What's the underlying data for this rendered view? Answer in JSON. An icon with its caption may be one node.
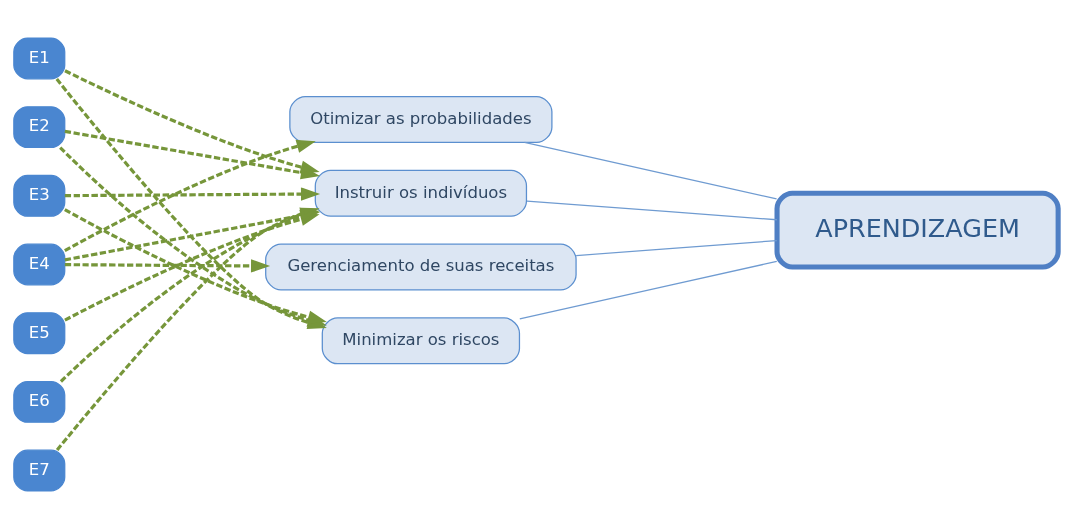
{
  "diagram": {
    "nodes": [
      {
        "text": [
          "E1"
        ]
      },
      {
        "text": [
          "E2"
        ]
      },
      {
        "text": [
          "E3"
        ]
      },
      {
        "text": [
          "E4"
        ]
      },
      {
        "text": [
          "E5"
        ]
      },
      {
        "text": [
          "E6"
        ]
      },
      {
        "text": [
          "E7"
        ]
      },
      {
        "text": [
          "Otimizar as probabilidades"
        ]
      },
      {
        "text": [
          "Instruir os indivíduos"
        ]
      },
      {
        "text": [
          "Gerenciamento de suas receitas"
        ]
      },
      {
        "text": [
          "Minimizar os riscos"
        ]
      },
      {
        "text": [
          "APRENDIZAGEM"
        ]
      }
    ],
    "edges": [
      {
        "from": 0,
        "to": 8,
        "arrow": "to",
        "style": "dashed"
      },
      {
        "from": 0,
        "to": 10,
        "arrow": "to",
        "style": "dashed"
      },
      {
        "from": 1,
        "to": 8,
        "arrow": "to",
        "style": "dashed"
      },
      {
        "from": 1,
        "to": 10,
        "arrow": "to",
        "style": "dashed"
      },
      {
        "from": 2,
        "to": 8,
        "arrow": "to",
        "style": "dashed"
      },
      {
        "from": 2,
        "to": 10,
        "arrow": "to",
        "style": "dashed"
      },
      {
        "from": 3,
        "to": 7,
        "arrow": "to",
        "style": "dashed"
      },
      {
        "from": 3,
        "to": 8,
        "arrow": "to",
        "style": "dashed"
      },
      {
        "from": 3,
        "to": 9,
        "arrow": "to",
        "style": "dashed"
      },
      {
        "from": 4,
        "to": 8,
        "arrow": "to",
        "style": "dashed"
      },
      {
        "from": 5,
        "to": 8,
        "arrow": "to",
        "style": "dashed"
      },
      {
        "from": 6,
        "to": 8,
        "arrow": "to",
        "style": "dashed"
      },
      {
        "from": 7,
        "to": 11,
        "arrow": "none",
        "color": "#6f9bd1"
      },
      {
        "from": 8,
        "to": 11,
        "arrow": "none",
        "color": "#6f9bd1"
      },
      {
        "from": 9,
        "to": 11,
        "arrow": "none",
        "color": "#6f9bd1"
      },
      {
        "from": 10,
        "to": 11,
        "arrow": "none",
        "color": "#6f9bd1"
      }
    ]
  }
}
